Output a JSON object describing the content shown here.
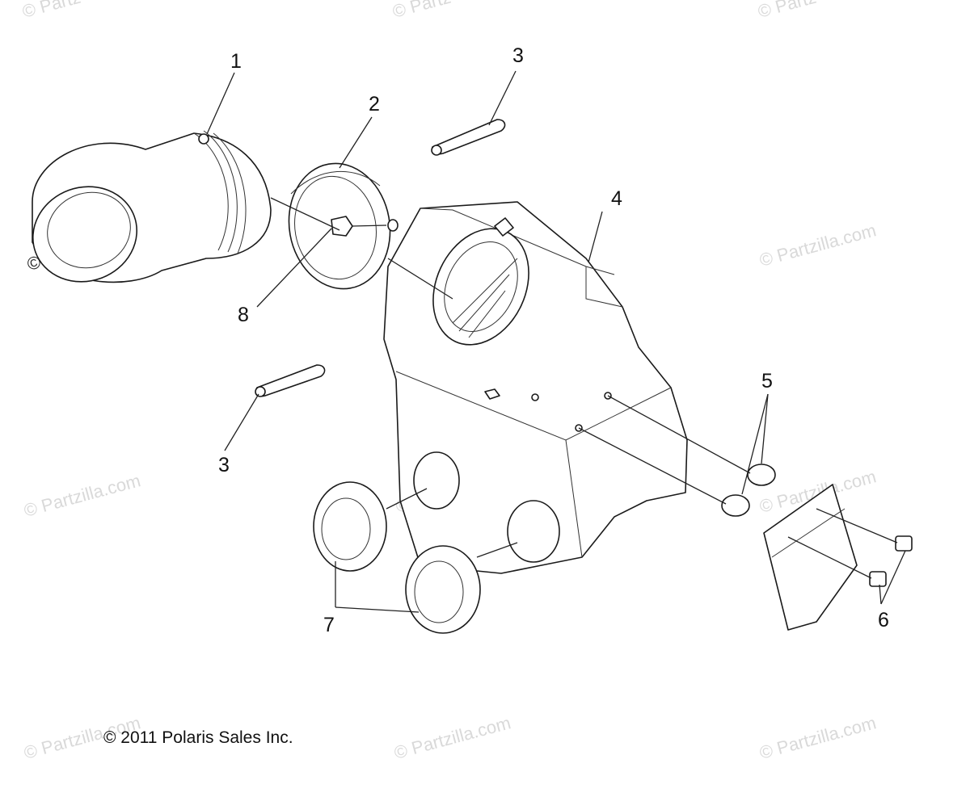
{
  "watermarks": {
    "text": "© Partzilla.com",
    "top_fragment": "© Partz"
  },
  "callouts": [
    "1",
    "2",
    "3",
    "4",
    "5",
    "6",
    "7",
    "8",
    "3"
  ],
  "footer": {
    "copyright": "© 2011 Polaris Sales Inc."
  }
}
